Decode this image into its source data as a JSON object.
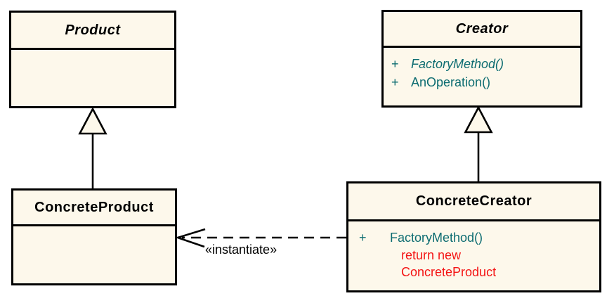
{
  "colors": {
    "background": "#ffffff",
    "box_fill": "#fdf8eb",
    "border": "#000000",
    "method_text": "#0d6c71",
    "note_text": "#f41414",
    "title_text": "#000000"
  },
  "classes": {
    "product": {
      "name": "Product",
      "stereotype": "abstract"
    },
    "creator": {
      "name": "Creator",
      "stereotype": "abstract",
      "methods": [
        {
          "visibility": "+",
          "name": "FactoryMethod()",
          "abstract": true
        },
        {
          "visibility": "+",
          "name": "AnOperation()",
          "abstract": false
        }
      ]
    },
    "concrete_product": {
      "name": "ConcreteProduct"
    },
    "concrete_creator": {
      "name": "ConcreteCreator",
      "methods": [
        {
          "visibility": "+",
          "name": "FactoryMethod()"
        }
      ],
      "body_note": {
        "line1": "return new",
        "line2": "ConcreteProduct"
      }
    }
  },
  "relations": {
    "instantiate_label": "«instantiate»",
    "product_generalization": "ConcreteProduct → Product",
    "creator_generalization": "ConcreteCreator → Creator"
  }
}
